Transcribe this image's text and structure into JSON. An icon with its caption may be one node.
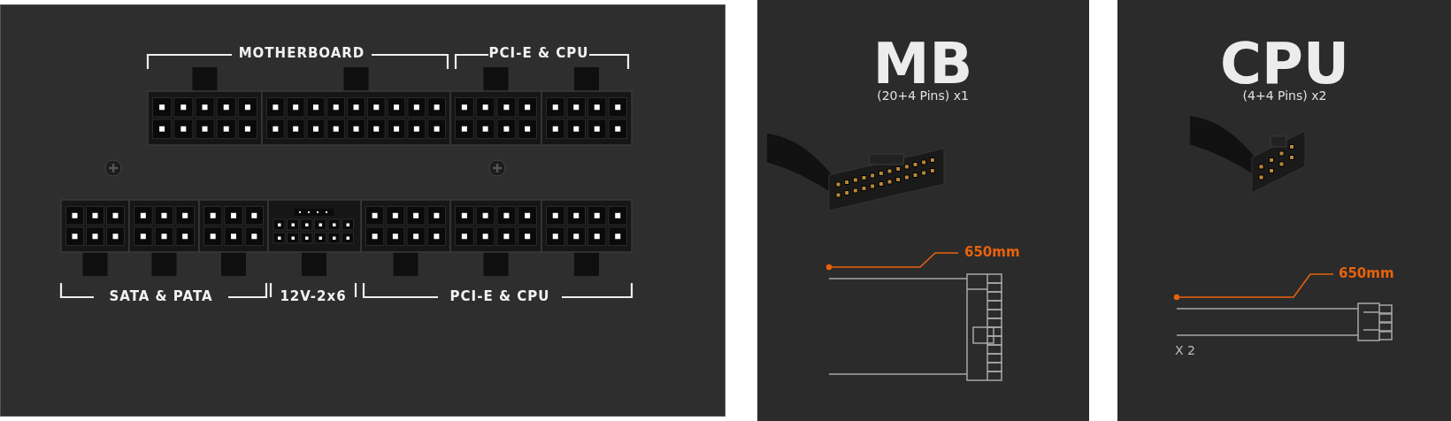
{
  "diagram": {
    "labels": [
      "MOTHERBOARD",
      "PCI-E & CPU",
      "SATA & PATA",
      "12V-2x6",
      "PCI-E & CPU",
      "MB",
      "(20+4 Pins) x1",
      "650mm",
      "CPU",
      "(4+4 Pins) x2",
      "650mm",
      "X 2"
    ]
  }
}
